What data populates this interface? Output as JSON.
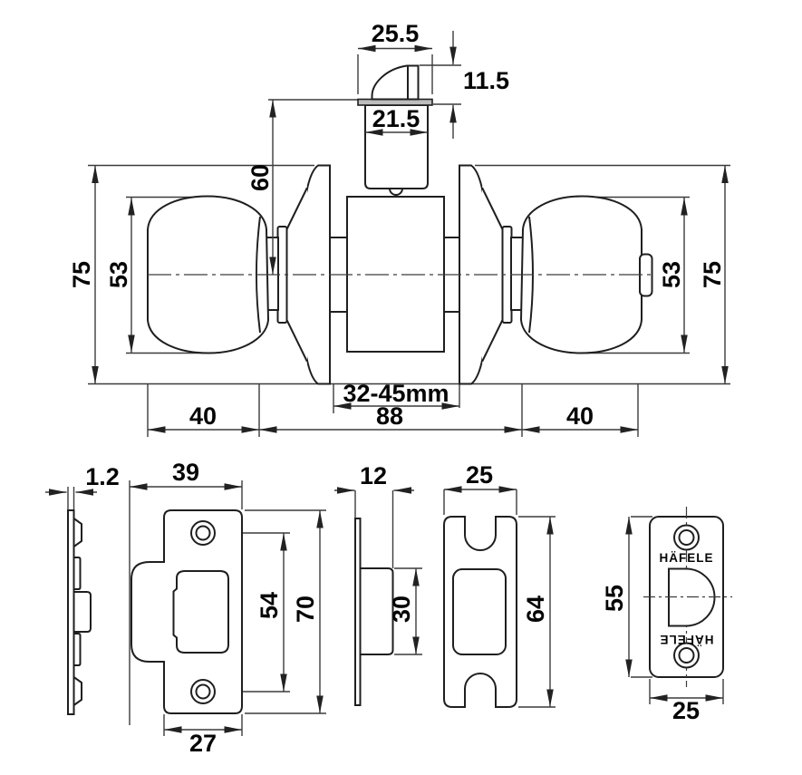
{
  "assembly": {
    "head_width": "25.5",
    "head_height": "11.5",
    "stem_width": "21.5",
    "backset": "60",
    "rose_left": "75",
    "knob_left": "53",
    "knob_right": "53",
    "rose_right": "75",
    "door_range": "32-45mm",
    "depth_left": "40",
    "body": "88",
    "depth_right": "40"
  },
  "strike_side": {
    "thickness": "1.2"
  },
  "strike_front": {
    "width": "39",
    "hole_spacing": "54",
    "height": "70",
    "tab_width": "27"
  },
  "latch_side": {
    "case_depth": "12",
    "case_height": "30"
  },
  "plate_front": {
    "width": "25",
    "height": "64"
  },
  "faceplate": {
    "height": "55",
    "width": "25",
    "brand_top": "HÄFELE",
    "brand_bottom": "HÄFELE"
  }
}
